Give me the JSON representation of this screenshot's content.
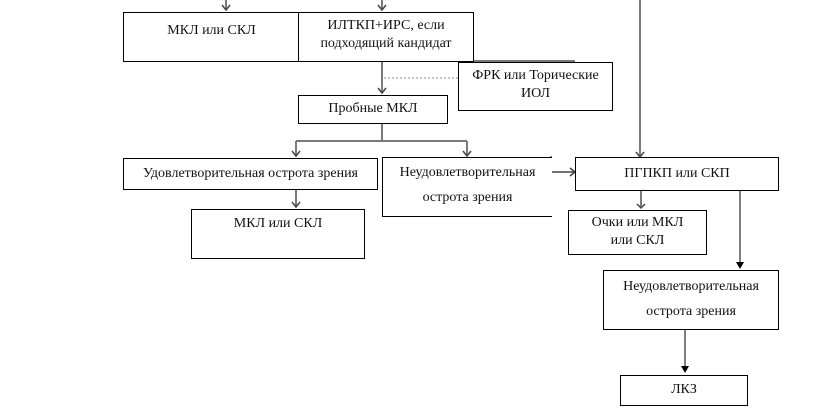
{
  "diagram": {
    "nodes": [
      {
        "id": "mkl-skl-top",
        "lines": [
          "МКЛ или СКЛ"
        ]
      },
      {
        "id": "ilkp-irs",
        "lines": [
          "ИЛТКП+ИРС, если",
          "подходящий кандидат"
        ]
      },
      {
        "id": "frk-iol",
        "lines": [
          "ФРК или Торические",
          "ИОЛ"
        ]
      },
      {
        "id": "trial-mkl",
        "lines": [
          "Пробные МКЛ"
        ]
      },
      {
        "id": "satisfactory",
        "lines": [
          "Удовлетворительная острота зрения"
        ]
      },
      {
        "id": "unsatisfactory-1",
        "lines": [
          "Неудовлетворительная",
          "острота зрения"
        ]
      },
      {
        "id": "mkl-skl-bottom",
        "lines": [
          "МКЛ или СКЛ"
        ]
      },
      {
        "id": "pgpkp-skp",
        "lines": [
          "ПГПКП или СКП"
        ]
      },
      {
        "id": "glasses",
        "lines": [
          "Очки или МКЛ",
          "или СКЛ"
        ]
      },
      {
        "id": "unsatisfactory-2",
        "lines": [
          "Неудовлетворительная",
          "острота зрения"
        ]
      },
      {
        "id": "lkz",
        "lines": [
          "ЛКЗ"
        ]
      }
    ],
    "edges": [
      {
        "from": "top",
        "to": "mkl-skl-top"
      },
      {
        "from": "top",
        "to": "ilkp-irs"
      },
      {
        "from": "ilkp-irs",
        "to": "trial-mkl"
      },
      {
        "from": "frk-iol",
        "to": "trial-mkl",
        "style": "dashed"
      },
      {
        "from": "trial-mkl",
        "to": "satisfactory"
      },
      {
        "from": "trial-mkl",
        "to": "unsatisfactory-1"
      },
      {
        "from": "satisfactory",
        "to": "mkl-skl-bottom"
      },
      {
        "from": "unsatisfactory-1",
        "to": "pgpkp-skp"
      },
      {
        "from": "top",
        "to": "pgpkp-skp"
      },
      {
        "from": "pgpkp-skp",
        "to": "glasses"
      },
      {
        "from": "pgpkp-skp",
        "to": "unsatisfactory-2"
      },
      {
        "from": "unsatisfactory-2",
        "to": "lkz"
      }
    ]
  }
}
